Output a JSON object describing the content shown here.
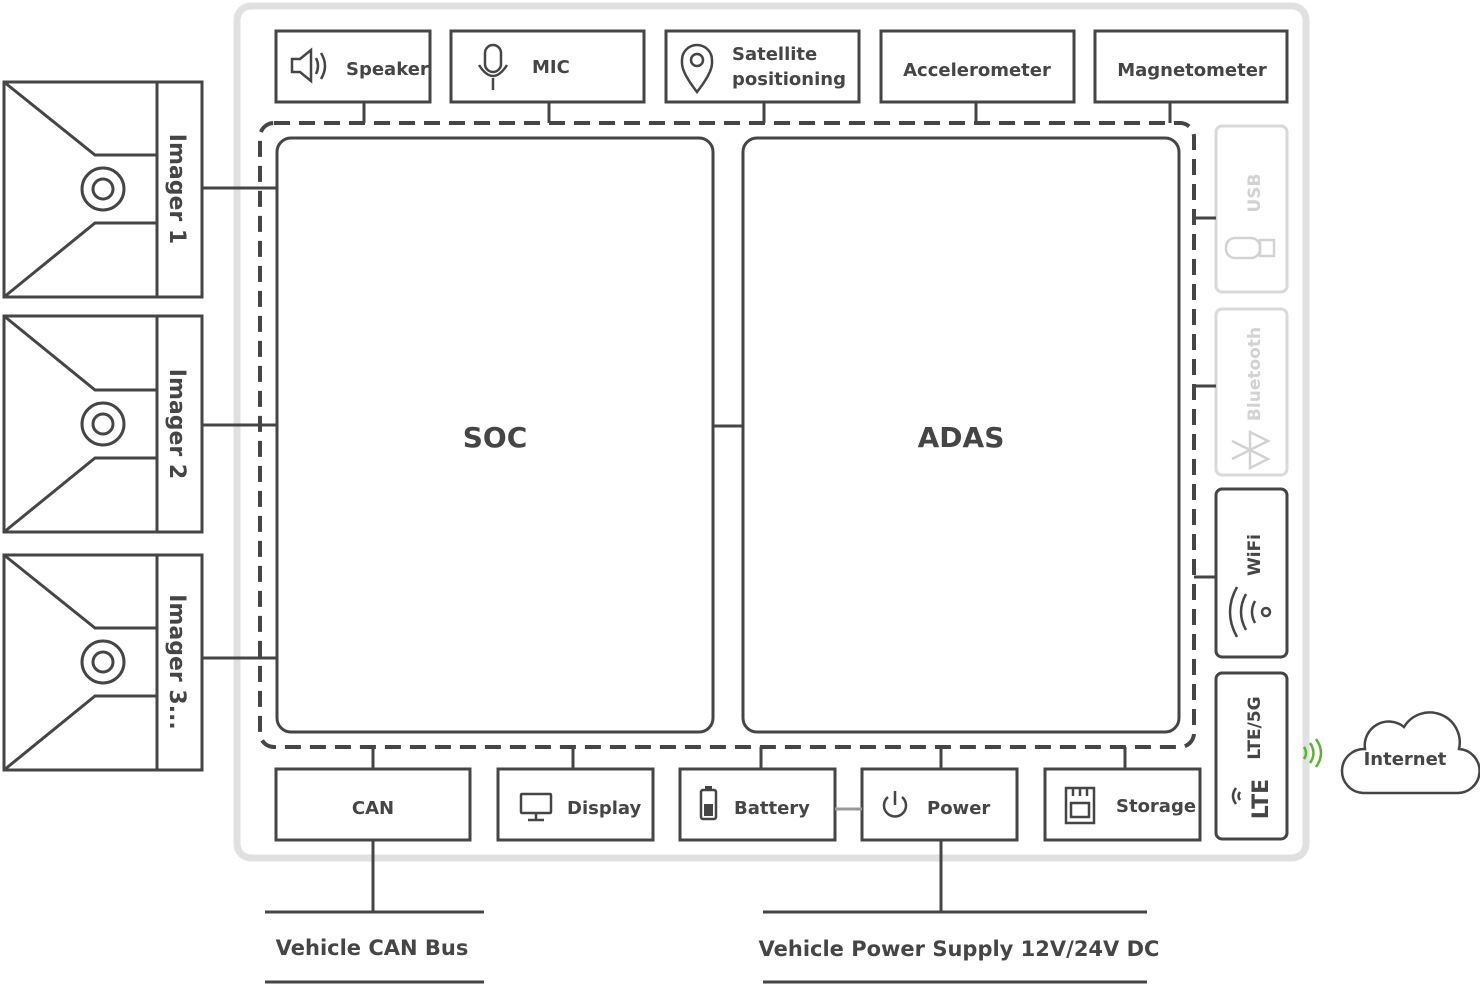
{
  "top_modules": {
    "speaker": "Speaker",
    "mic": "MIC",
    "satellite_line1": "Satellite",
    "satellite_line2": "positioning",
    "accelerometer": "Accelerometer",
    "magnetometer": "Magnetometer"
  },
  "imagers": {
    "imager1": "Imager 1",
    "imager2": "Imager 2",
    "imager3": "Imager 3..."
  },
  "core": {
    "soc": "SOC",
    "adas": "ADAS"
  },
  "side_modules": {
    "usb": "USB",
    "bluetooth": "Bluetooth",
    "wifi": "WiFi",
    "lte": "LTE/5G",
    "lte_icon": "LTE"
  },
  "bottom_modules": {
    "can": "CAN",
    "display": "Display",
    "battery": "Battery",
    "power": "Power",
    "storage": "Storage"
  },
  "external": {
    "internet": "Internet",
    "can_bus": "Vehicle CAN Bus",
    "power_supply": "Vehicle Power Supply 12V/24V DC"
  },
  "colors": {
    "stroke": "#454545",
    "disabled": "#d2d2d2",
    "frame": "#e0e0e0",
    "signal": "#5cb531"
  }
}
